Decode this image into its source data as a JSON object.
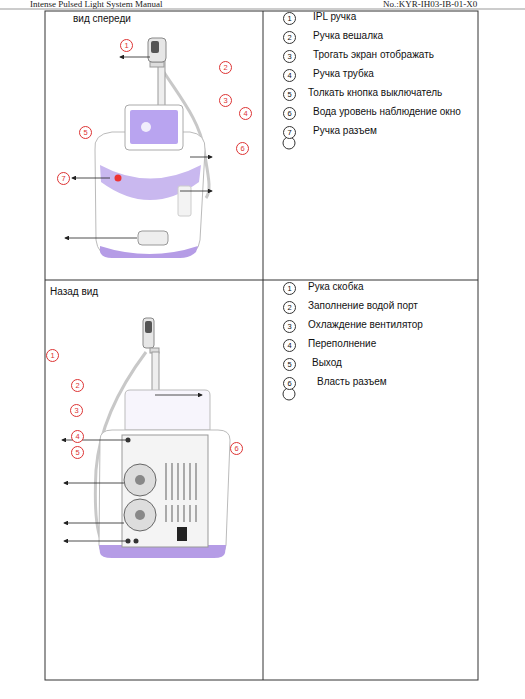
{
  "diagram": {
    "labels": [
      "Intense Pulsed Light System Manual",
      "No.:KYR-IH03-IB-01-X0",
      "вид спереди",
      "1",
      "2",
      "3",
      "4",
      "5",
      "6",
      "7",
      "1",
      "IPL ручка",
      "2",
      "Ручка вешалка",
      "3",
      "Трогать экран отображать",
      "4",
      "Ручка трубка",
      "5",
      "Толкать кнопка выключатель",
      "6",
      "Вода уровень наблюдение окно",
      "7",
      "Ручка разъем",
      "Назад вид",
      "1",
      "2",
      "3",
      "4",
      "5",
      "6",
      "1",
      "Рука скобка",
      "2",
      "Заполнение водой порт",
      "3",
      "Охлаждение вентилятор",
      "4",
      "Переполнение",
      "5",
      "Выход",
      "6",
      "Власть разъем"
    ]
  }
}
